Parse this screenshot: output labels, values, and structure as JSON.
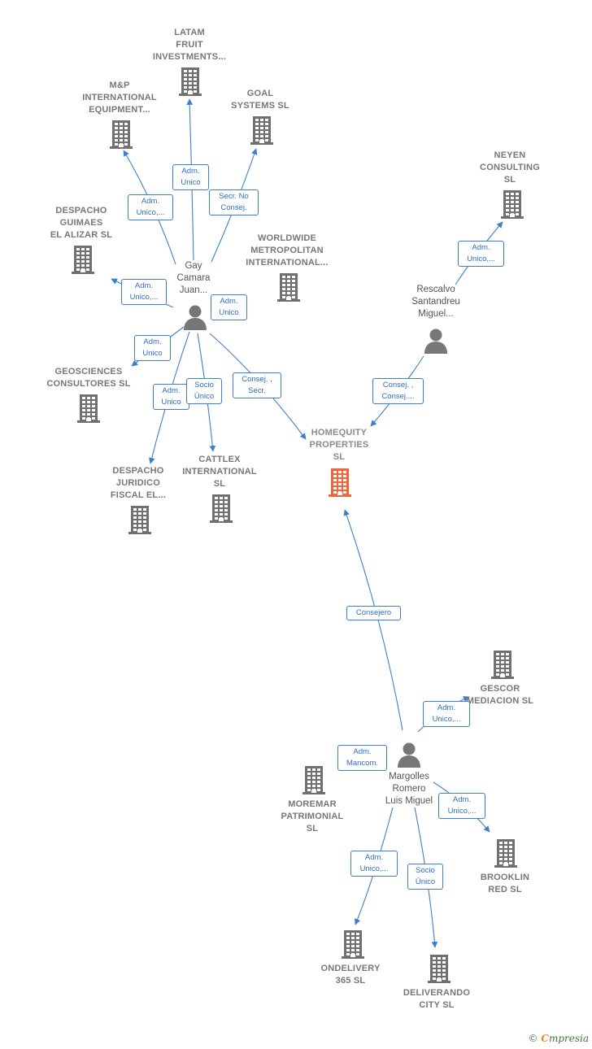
{
  "colors": {
    "edge": "#3c7fd1",
    "company": "#707070",
    "main_company": "#f0663a",
    "person": "#777777"
  },
  "companies": {
    "latam": "LATAM\nFRUIT\nINVESTMENTS...",
    "mp": "M&P\nINTERNATIONAL\nEQUIPMENT...",
    "goal": "GOAL\nSYSTEMS SL",
    "neyen": "NEYEN\nCONSULTING\nSL",
    "guimaes": "DESPACHO\nGUIMAES\nEL ALIZAR  SL",
    "worldwide": "WORLDWIDE\nMETROPOLITAN\nINTERNATIONAL...",
    "geosciences": "GEOSCIENCES\nCONSULTORES SL",
    "juridico": "DESPACHO\nJURIDICO\nFISCAL EL...",
    "cattlex": "CATTLEX\nINTERNATIONAL\nSL",
    "homequity": "HOMEQUITY\nPROPERTIES\nSL",
    "gescor": "GESCOR\nMEDIACION SL",
    "moremar": "MOREMAR\nPATRIMONIAL\nSL",
    "brooklin": "BROOKLIN\nRED  SL",
    "ondelivery": "ONDELIVERY\n365  SL",
    "deliverando": "DELIVERANDO\nCITY  SL"
  },
  "persons": {
    "gay": "Gay\nCamara\nJuan...",
    "rescalvo": "Rescalvo\nSantandreu\nMiguel...",
    "margolles": "Margolles\nRomero\nLuis Miguel"
  },
  "edge_labels": {
    "gay_latam": "Adm.\nUnico",
    "gay_mp": "Adm.\nUnico,...",
    "gay_goal": "Secr.  No\nConsej.",
    "gay_guimaes": "Adm.\nUnico,...",
    "gay_worldwide": "Adm.\nUnico",
    "gay_geosciences": "Adm.\nUnico",
    "gay_juridico": "Adm.\nUnico",
    "gay_cattlex": "Socio\nÚnico",
    "gay_homequity": "Consej. ,\nSecr.",
    "rescalvo_neyen": "Adm.\nUnico,...",
    "rescalvo_homequity": "Consej. ,\nConsej....",
    "margolles_homequity": "Consejero",
    "margolles_gescor": "Adm.\nUnico,...",
    "margolles_moremar": "Adm.\nMancom.",
    "margolles_brooklin": "Adm.\nUnico,...",
    "margolles_ondelivery": "Adm.\nUnico,...",
    "margolles_deliverando": "Socio\nÚnico"
  },
  "footer": {
    "copyright": "©",
    "brand_first": "C",
    "brand_rest": "mpresia"
  }
}
